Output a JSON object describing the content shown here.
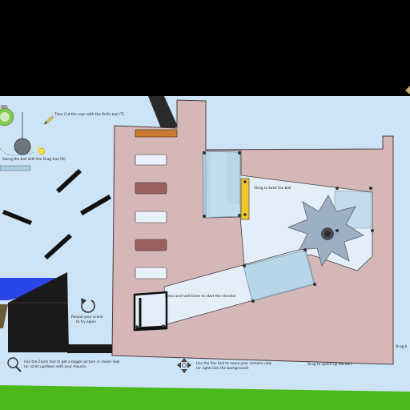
{
  "hints": {
    "cut_rope": "Then Cut the rope with the Knife tool (T)",
    "swing_ball": "Swing the ball with the Drag tool (D)",
    "drag_twist": "Drag to twist the ball",
    "press_elevator": "Press and hold Enter to start the elevator",
    "reload_1": "Reload your scene",
    "reload_2": "to try again",
    "zoom_1": "Use the Zoom tool to get a bigger picture or closer look",
    "zoom_2": "(or scroll up/down with your mouse)",
    "pan_1": "Use the Pan tool to move your camera view",
    "pan_2": "(or right-click the background)",
    "speed_up": "Drag to speed up the ball",
    "drag_edge": "Drag b"
  },
  "colors": {
    "sky": "#cde4f7",
    "board": "#d6b7b7",
    "glass": "#a8cde4",
    "ground": "#4cb81c",
    "orange_plank": "#cc7a2e",
    "dark_slot": "#9b5f5f",
    "gear": "#9db0c3",
    "hinge": "#f0c62a",
    "ramp": "#2a45e8",
    "black": "#111111"
  },
  "icons": [
    "bulb-icon",
    "knife-icon",
    "drag-hand-icon",
    "reload-icon",
    "zoom-icon",
    "pan-icon"
  ]
}
